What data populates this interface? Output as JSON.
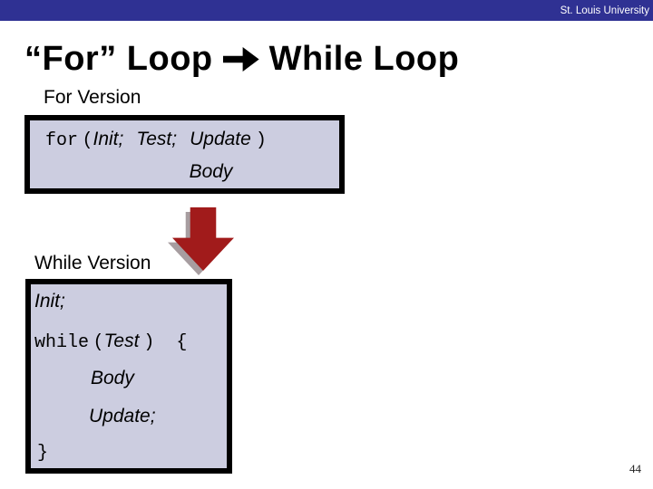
{
  "colors": {
    "brand_blue": "#2f3193",
    "panel_bg": "#cccde0",
    "accent_red": "#a11b1b",
    "arrow_shadow": "#a79da0",
    "text": "#000000"
  },
  "header": {
    "institution": "St. Louis University"
  },
  "title": {
    "part1": "“For” Loop",
    "part2": "While Loop",
    "arrow_icon": "right-arrow"
  },
  "for_section": {
    "label": "For Version",
    "code": {
      "kw": "for",
      "open_paren": "(",
      "init": "Init;",
      "test": "Test;",
      "update": "Update",
      "close_paren": ")"
    },
    "body": "Body"
  },
  "transform_arrow": {
    "icon": "down-arrow"
  },
  "while_section": {
    "label": "While Version",
    "code": {
      "init": "Init;",
      "kw": "while",
      "open_paren": "(",
      "test": "Test",
      "close_paren": ")",
      "open_brace": "{",
      "body": "Body",
      "update": "Update;",
      "close_brace": "}"
    }
  },
  "footer": {
    "page_number": "44"
  }
}
